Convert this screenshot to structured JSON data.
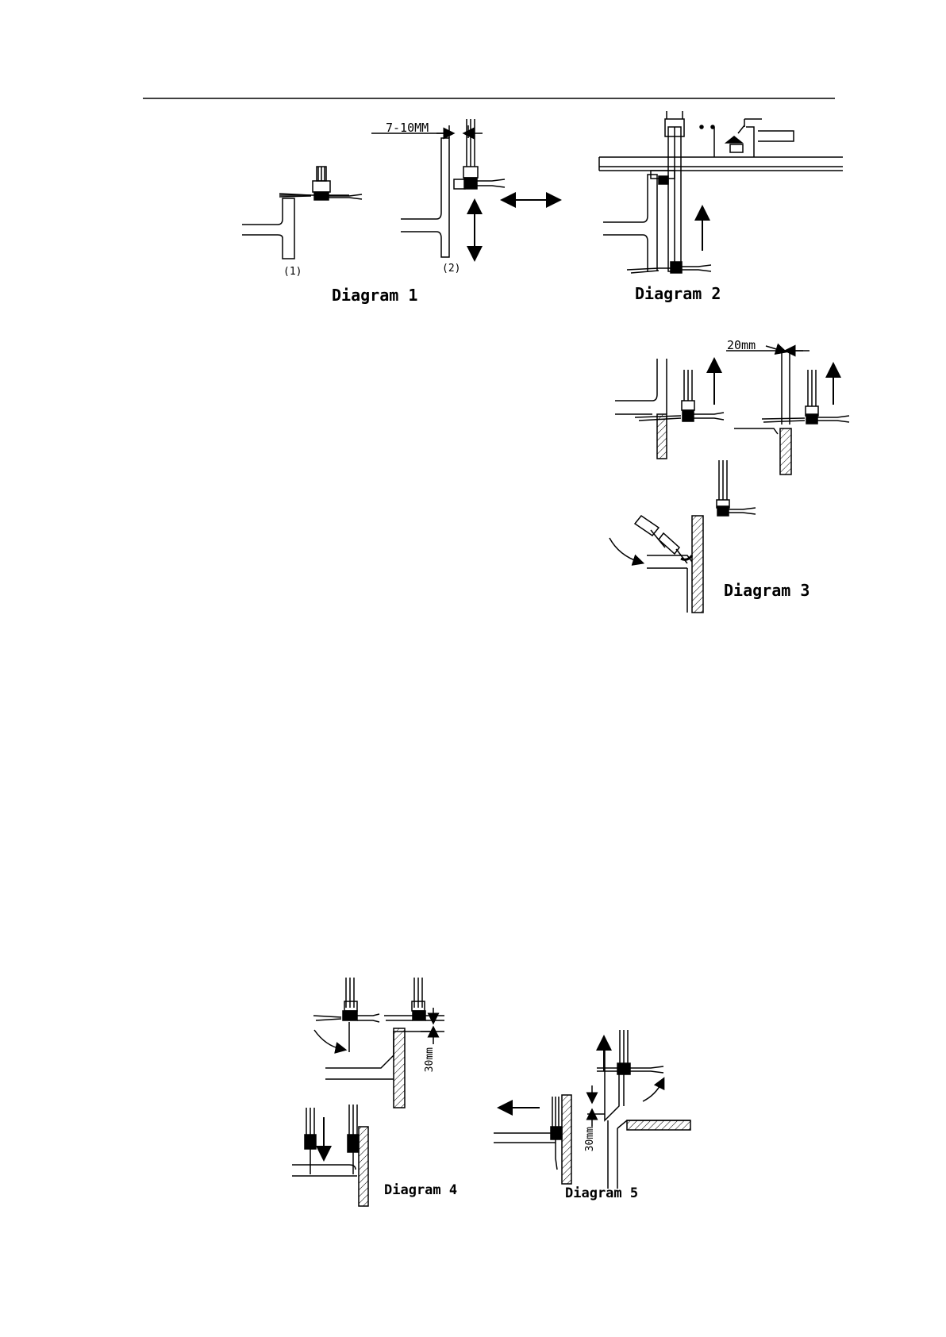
{
  "diagram1": {
    "caption": "Diagram 1",
    "sub1": "(1)",
    "sub2": "(2)",
    "dimension": "7-10MM"
  },
  "diagram2": {
    "caption": "Diagram 2"
  },
  "diagram3": {
    "caption": "Diagram 3",
    "dimension": "20mm"
  },
  "diagram4": {
    "caption": "Diagram 4",
    "dimension": "30mm"
  },
  "diagram5": {
    "caption": "Diagram 5",
    "dimension": "30mm"
  }
}
